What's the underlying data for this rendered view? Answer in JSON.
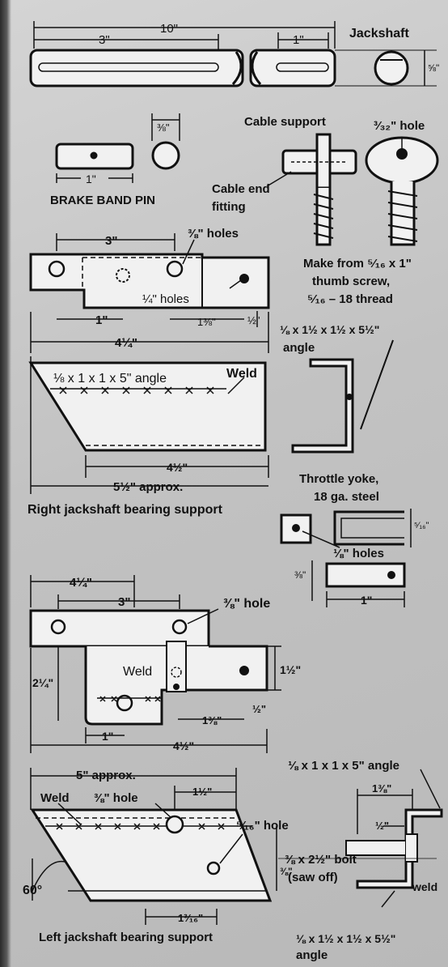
{
  "jackshaft": {
    "title": "Jackshaft",
    "overall_length": "10\"",
    "slot_left": "3\"",
    "slot_right": "1\"",
    "end_dim": "⅝\""
  },
  "brake_band_pin": {
    "title": "BRAKE BAND PIN",
    "length": "1\"",
    "dia": "⅜\""
  },
  "cable_support": {
    "title": "Cable support",
    "hole": "³⁄₃₂\" hole",
    "end_fitting": "Cable end fitting",
    "note_line1": "Make from ⁵⁄₁₆ x 1\"",
    "note_line2": "thumb screw,",
    "note_line3": "⁵⁄₁₆ – 18 thread"
  },
  "right_support": {
    "title": "Right jackshaft bearing support",
    "dim_3": "3\"",
    "holes_38": "⅜\" holes",
    "holes_14": "¼\" holes",
    "dim_1": "1\"",
    "dim_138": "1⅜\"",
    "dim_12": "½\"",
    "dim_414": "4¼\"",
    "angle_top": "⅛ x 1 x 1 x 5\" angle",
    "weld": "Weld",
    "angle_side": "⅛ x 1½ x 1½ x 5½\"",
    "angle_side2": "angle",
    "dim_412": "4½\"",
    "dim_512": "5½\" approx."
  },
  "throttle_yoke": {
    "title": "Throttle yoke,",
    "material": "18 ga. steel",
    "dim_side": "⁵⁄₁₆\"",
    "holes": "⅛\" holes",
    "dim_38": "⅜\"",
    "dim_1": "1\""
  },
  "left_support": {
    "title": "Left jackshaft bearing support",
    "dim_414": "4¼\"",
    "dim_3": "3\"",
    "hole_38": "⅜\" hole",
    "dim_214": "2¼\"",
    "weld": "Weld",
    "dim_112": "1½\"",
    "dim_138": "1⅜\"",
    "dim_12": "½\"",
    "dim_1": "1\"",
    "dim_412": "4½\"",
    "dim_5": "5\" approx.",
    "weld2": "Weld",
    "hole2": "⅜\" hole",
    "dim_112b": "1½\"",
    "hole3": "⁵⁄₁₆\" hole",
    "angle_60": "60°",
    "dim_1316": "1³⁄₁₆\"",
    "angle_top": "⅛ x 1 x 1 x 5\" angle",
    "dim_138b": "1⅜\"",
    "dim_12b": "½\"",
    "bolt": "⅜ x 2½\" bolt",
    "bolt2": "(saw off)",
    "dim_38": "⅜\"",
    "weld3": "weld",
    "angle_bottom": "⅛ x 1½ x 1½ x 5½\"",
    "angle_bottom2": "angle"
  }
}
